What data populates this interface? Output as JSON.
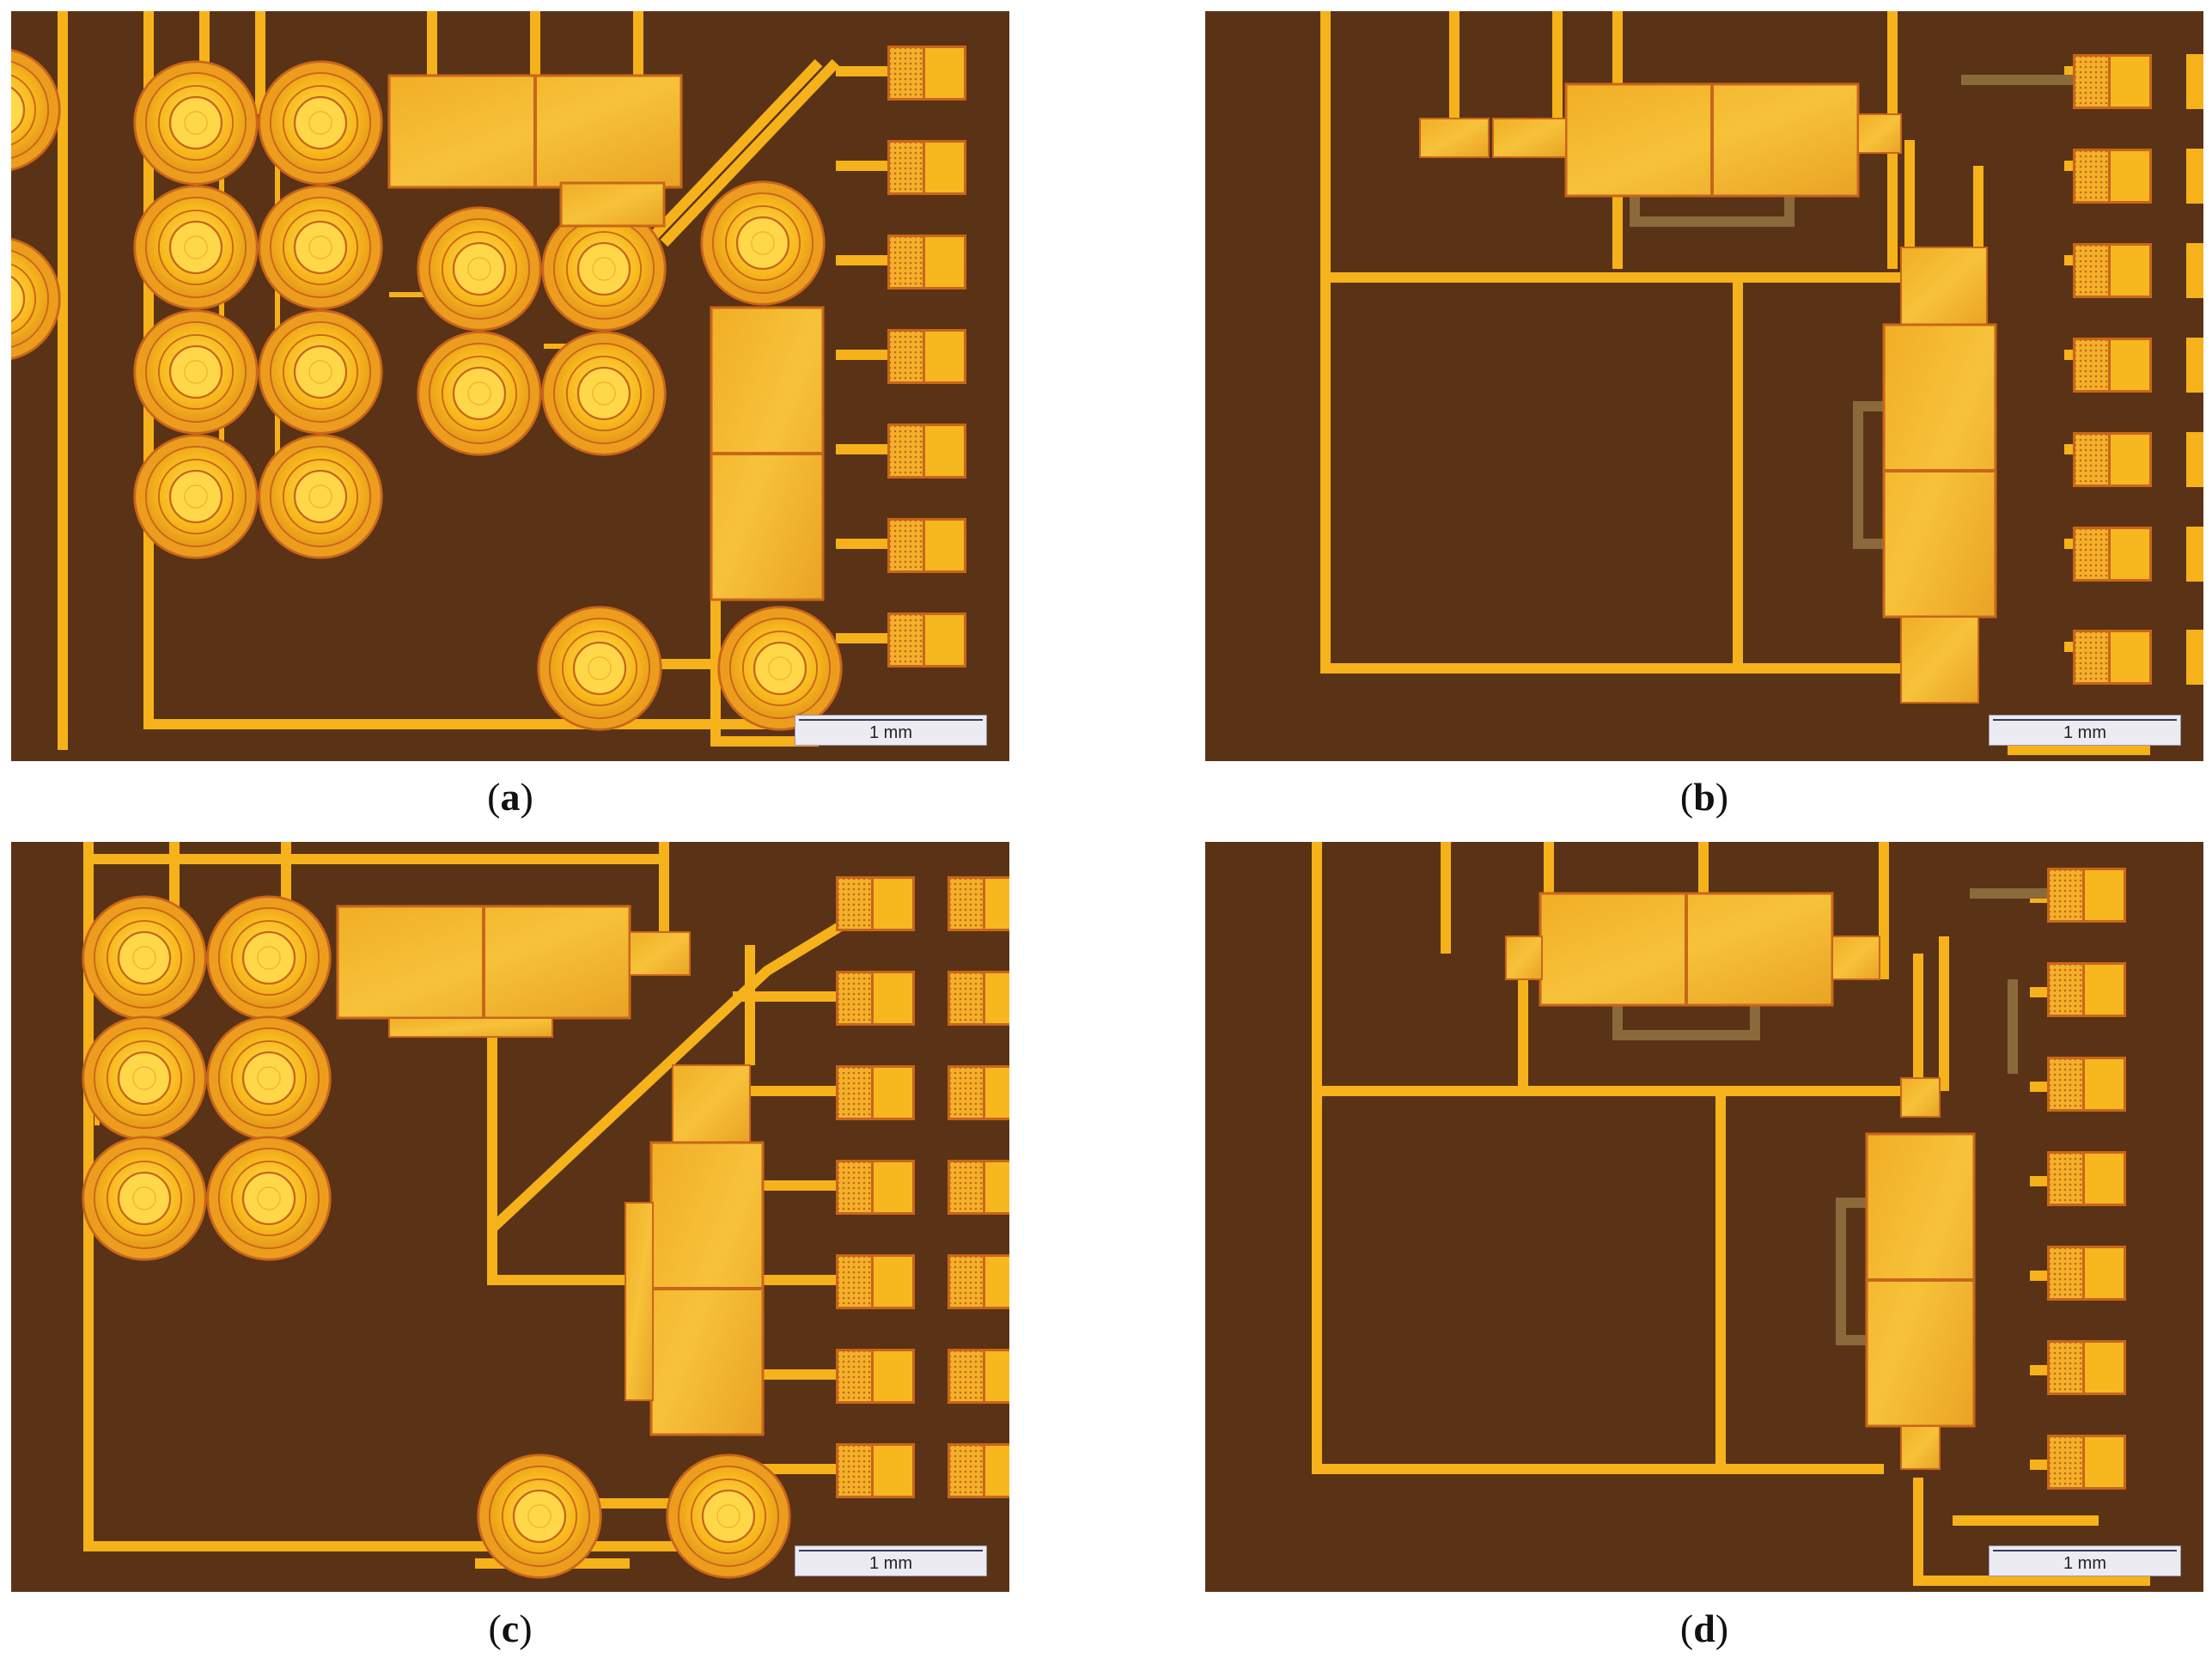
{
  "figure": {
    "background": "#ffffff",
    "substrate_color": "#5a3316",
    "metal_color": "#f6b21a",
    "metal_edge_color": "#c9661a",
    "panels": [
      {
        "id": "a",
        "label_open": "(",
        "label_letter": "a",
        "label_close": ")",
        "scale_text": "1 mm"
      },
      {
        "id": "b",
        "label_open": "(",
        "label_letter": "b",
        "label_close": ")",
        "scale_text": "1 mm"
      },
      {
        "id": "c",
        "label_open": "(",
        "label_letter": "c",
        "label_close": ")",
        "scale_text": "1 mm"
      },
      {
        "id": "d",
        "label_open": "(",
        "label_letter": "d",
        "label_close": ")",
        "scale_text": "1 mm"
      }
    ]
  }
}
